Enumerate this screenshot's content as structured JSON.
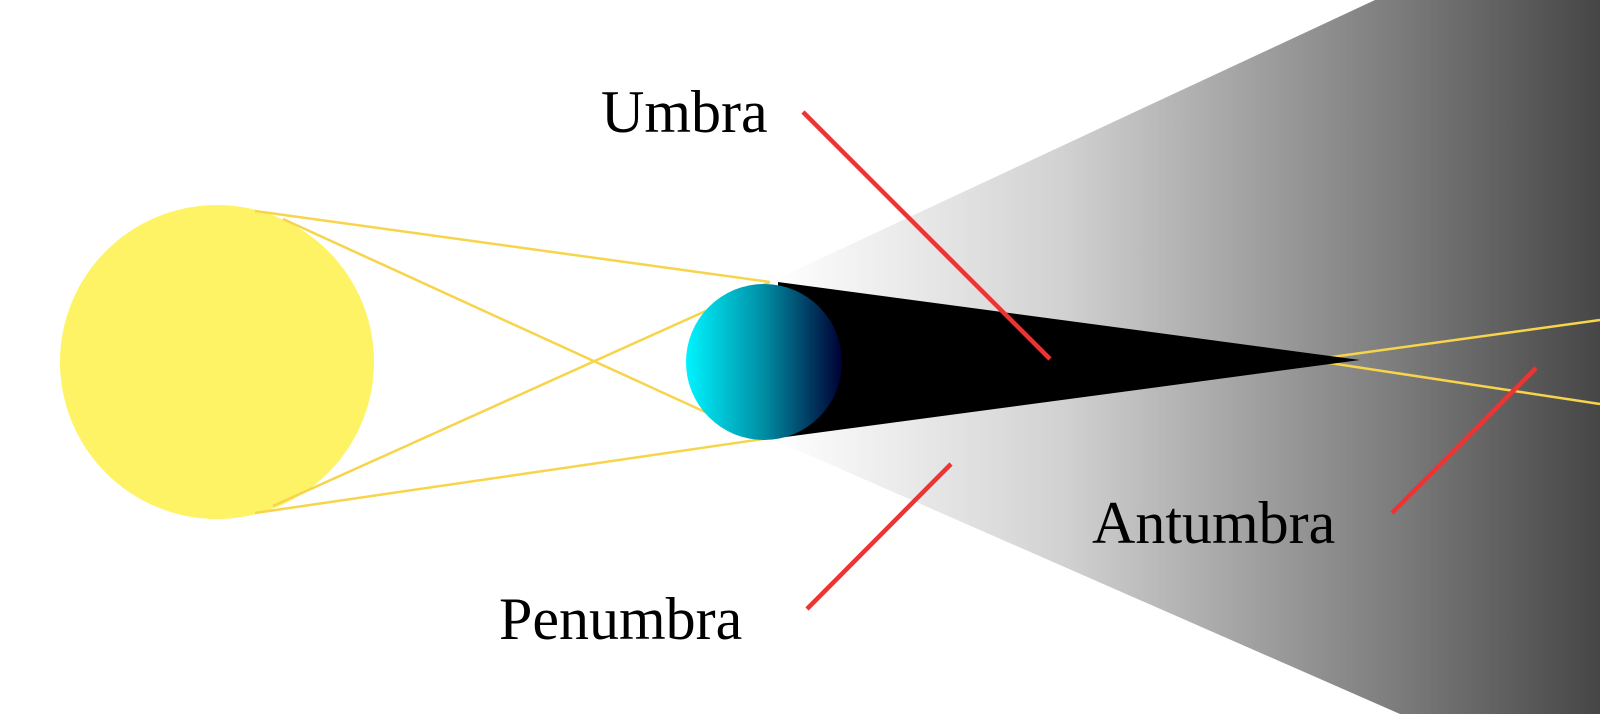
{
  "labels": {
    "umbra": "Umbra",
    "penumbra": "Penumbra",
    "antumbra": "Antumbra"
  },
  "colors": {
    "sun": "#fdf365",
    "ray": "#f7d44a",
    "leader": "#ee3333",
    "umbra": "#000000",
    "earth_light": "#00f4ff",
    "earth_dark": "#000033"
  }
}
